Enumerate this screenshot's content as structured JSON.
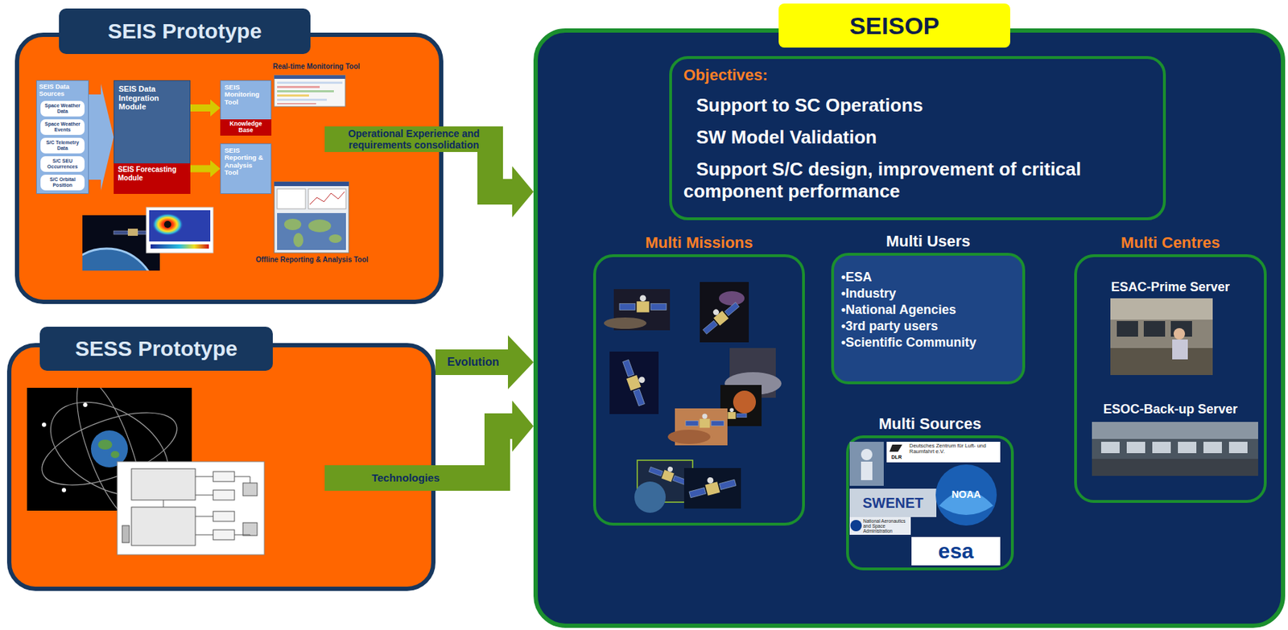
{
  "diagram": {
    "nodes": [
      {
        "text": [
          "SEIS Prototype"
        ]
      },
      {
        "text": [
          "SEIS Data Sources"
        ],
        "in": 0
      },
      {
        "text": [
          "Space Weather Data"
        ],
        "in": 1
      },
      {
        "text": [
          "Space Weather Events"
        ],
        "in": 1
      },
      {
        "text": [
          "S/C Telemetry Data"
        ],
        "in": 1
      },
      {
        "text": [
          "S/C SEU Occurrences"
        ],
        "in": 1
      },
      {
        "text": [
          "S/C Orbital Position"
        ],
        "in": 1
      },
      {
        "text": [
          "SEIS Data Integration Module"
        ],
        "in": 0
      },
      {
        "text": [
          "SEIS Forecasting Module"
        ],
        "in": 7
      },
      {
        "text": [
          "SEIS Monitoring Tool"
        ],
        "in": 0
      },
      {
        "text": [
          "Knowledge Base"
        ],
        "in": 9
      },
      {
        "text": [
          "SEIS Reporting & Analysis Tool"
        ],
        "in": 0
      },
      {
        "text": [
          "SESS Prototype"
        ]
      },
      {
        "text": [
          "SEISOP"
        ]
      },
      {
        "text": [
          "Objectives:",
          "Support to SC Operations",
          "SW Model Validation",
          "Support S/C design, improvement of critical component performance"
        ],
        "in": 13
      },
      {
        "text": [
          "Multi Missions"
        ],
        "in": 13
      },
      {
        "text": [
          "Multi Users",
          "•ESA",
          "•Industry",
          "•National Agencies",
          "•3rd party users",
          "•Scientific Community"
        ],
        "in": 13
      },
      {
        "text": [
          "Multi Sources"
        ],
        "in": 13
      },
      {
        "text": [
          "Multi Centres",
          "ESAC-Prime Server",
          "ESOC-Back-up Server"
        ],
        "in": 13
      }
    ],
    "edges": [
      {
        "from": 1,
        "to": 7,
        "arrow": "to"
      },
      {
        "from": 7,
        "to": 9,
        "arrow": "to"
      },
      {
        "from": 7,
        "to": 11,
        "arrow": "to"
      },
      {
        "from": 0,
        "to": 13,
        "label": "Operational Experience and requirements consolidation",
        "arrow": "to"
      },
      {
        "from": 12,
        "to": 13,
        "label": "Evolution",
        "arrow": "to"
      },
      {
        "from": 12,
        "to": 13,
        "label": "Technologies",
        "arrow": "to"
      }
    ],
    "labels": [
      "Real-time Monitoring Tool",
      "Offline Reporting & Analysis Tool",
      "DLR",
      "Deutsches Zentrum für Luft- und Raumfahrt e.V.",
      "SWENET",
      "NOAA",
      "National Aeronautics and Space Administration",
      "esa"
    ]
  }
}
